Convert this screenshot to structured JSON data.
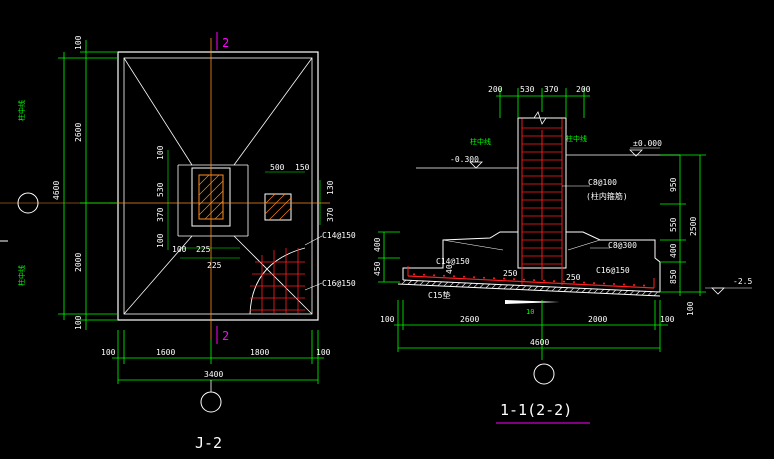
{
  "plan": {
    "title": "J-2",
    "axis_mark": "2",
    "dims_bottom": [
      "100",
      "1600",
      "1800",
      "100"
    ],
    "dim_total_bottom": "3400",
    "dims_left": [
      "100",
      "2600",
      "2000",
      "100"
    ],
    "dim_total_left": "4600",
    "dims_column_v": [
      "100",
      "530",
      "370",
      "100"
    ],
    "dims_column_h": [
      "100",
      "225",
      "225"
    ],
    "dims_right_box": [
      "500",
      "150"
    ],
    "dims_right_v": [
      "130",
      "370"
    ],
    "rebar_top": "C14@150",
    "rebar_bottom": "C16@150",
    "notes": [
      "柱中线",
      "柱中线"
    ]
  },
  "section": {
    "title": "1-1(2-2)",
    "dims_top": [
      "200",
      "530",
      "370",
      "200"
    ],
    "dims_bottom": [
      "100",
      "2600",
      "2000",
      "100"
    ],
    "dim_total_bottom": "4600",
    "dims_right": [
      "950",
      "550",
      "400",
      "850",
      "100"
    ],
    "dim_total_right": "2500",
    "dims_left": [
      "400",
      "450"
    ],
    "elev_zero": "±0.000",
    "elev_neg": "-0.300",
    "elev_bottom": "-2.5",
    "rebar_col": "C8@100",
    "rebar_col_note": "(柱内箍筋)",
    "rebar_slope": "C8@300",
    "rebar_left": "C14@150",
    "rebar_right": "C16@150",
    "cushion": "C15垫",
    "dim_250a": "250",
    "dim_250b": "250",
    "dim_40": "40",
    "mark_10": "10",
    "notes": [
      "柱中线",
      "柱中线"
    ]
  }
}
